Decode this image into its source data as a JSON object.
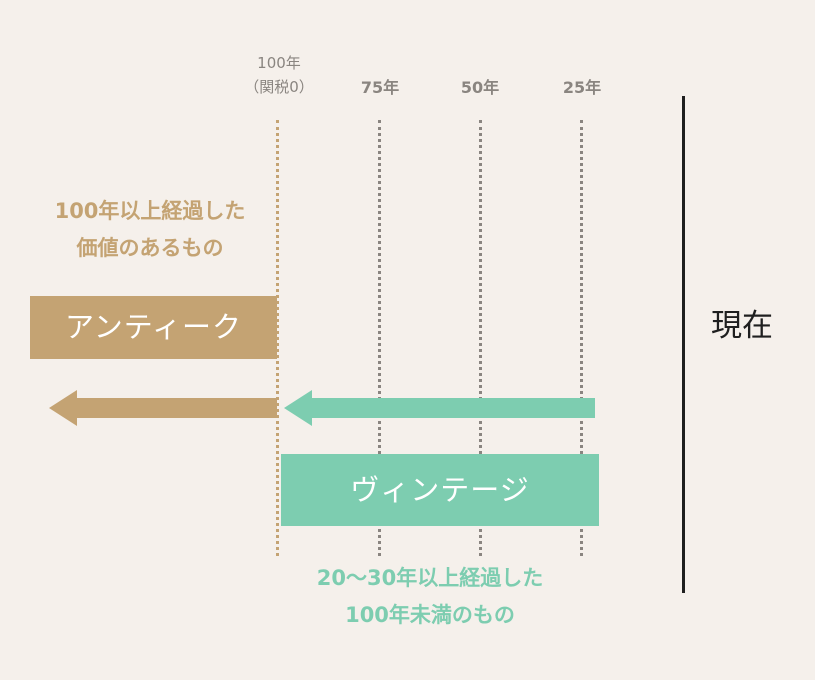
{
  "timeline": {
    "ticks": [
      {
        "label_line1": "100年",
        "label_line2": "（関税0）"
      },
      {
        "label": "75年"
      },
      {
        "label": "50年"
      },
      {
        "label": "25年"
      }
    ],
    "present_label": "現在"
  },
  "antique": {
    "description_line1": "100年以上経過した",
    "description_line2": "価値のあるもの",
    "label": "アンティーク",
    "color": "#c4a373"
  },
  "vintage": {
    "label": "ヴィンテージ",
    "description_line1": "20〜30年以上経過した",
    "description_line2": "100年未満のもの",
    "color": "#7dcdb0"
  },
  "colors": {
    "background": "#f5f0eb",
    "tick_text": "#8a8580",
    "present_line": "#1f1f1f"
  }
}
